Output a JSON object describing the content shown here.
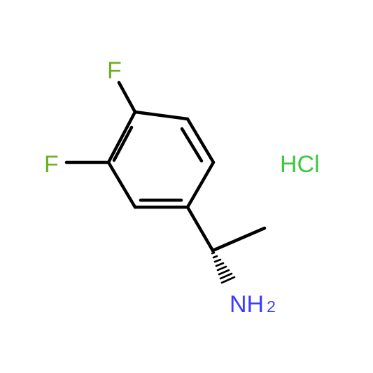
{
  "molecule": {
    "atoms": {
      "f_top": {
        "text": "F"
      },
      "f_left": {
        "text": "F"
      },
      "amine": {
        "text": "NH",
        "subscript": "2"
      },
      "salt": {
        "text": "HCl"
      }
    }
  },
  "colors": {
    "bond": "#000000",
    "fluorine": "#6ab023",
    "nitrogen": "#3c3cff",
    "salt": "#3cc83c"
  }
}
